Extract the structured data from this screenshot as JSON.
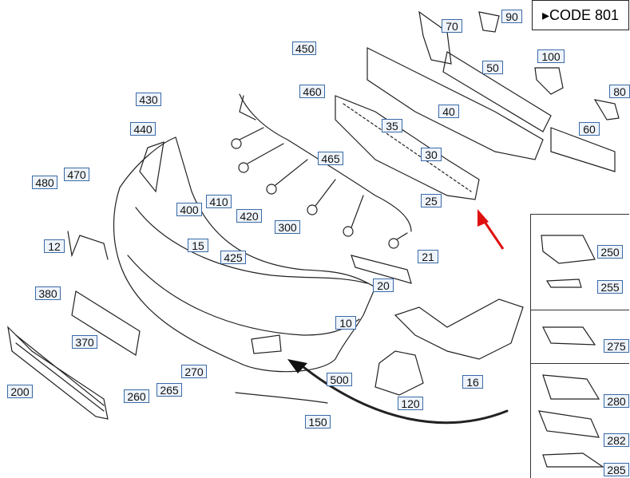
{
  "header": {
    "code_label": "▸CODE 801"
  },
  "labels": {
    "l450": "450",
    "l460": "460",
    "l430": "430",
    "l440": "440",
    "l480": "480",
    "l470": "470",
    "l410": "410",
    "l400": "400",
    "l420": "420",
    "l465": "465",
    "l35": "35",
    "l30": "30",
    "l25": "25",
    "l40": "40",
    "l50": "50",
    "l70": "70",
    "l90": "90",
    "l100": "100",
    "l80": "80",
    "l60": "60",
    "l12": "12",
    "l15": "15",
    "l425": "425",
    "l300": "300",
    "l21": "21",
    "l20": "20",
    "l380": "380",
    "l370": "370",
    "l10": "10",
    "l200": "200",
    "l260": "260",
    "l265": "265",
    "l270": "270",
    "l500": "500",
    "l120": "120",
    "l16": "16",
    "l150": "150",
    "l250": "250",
    "l255": "255",
    "l275": "275",
    "l280": "280",
    "l282": "282",
    "l285": "285"
  },
  "colors": {
    "label_border": "#3a6aa6",
    "label_fill": "#eef4fb",
    "arrow_red": "#e01010",
    "line": "#222222"
  }
}
